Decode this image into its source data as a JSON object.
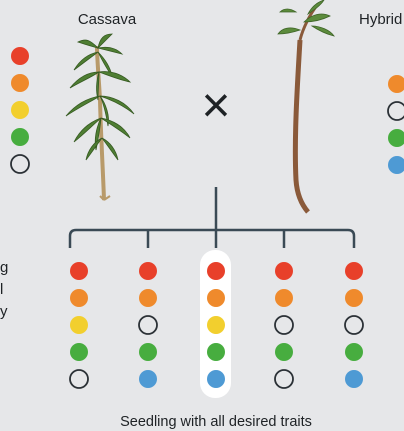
{
  "parents": {
    "left": {
      "label": "Cassava",
      "dots": [
        "red",
        "orange",
        "yellow",
        "green",
        "empty"
      ]
    },
    "right": {
      "label": "Hybrid",
      "dots": [
        "orange",
        "empty",
        "green",
        "blue"
      ]
    }
  },
  "cross_symbol": "×",
  "left_edge_text": [
    "g",
    "l",
    "y"
  ],
  "offspring": [
    [
      "red",
      "orange",
      "yellow",
      "green",
      "empty"
    ],
    [
      "red",
      "orange",
      "empty",
      "green",
      "blue"
    ],
    [
      "red",
      "orange",
      "yellow",
      "green",
      "blue"
    ],
    [
      "red",
      "orange",
      "empty",
      "green",
      "empty"
    ],
    [
      "red",
      "orange",
      "empty",
      "green",
      "blue"
    ]
  ],
  "highlighted_offspring": 2,
  "caption": "Seedling with all desired traits",
  "colors": {
    "red": "#e8402a",
    "orange": "#ef8a2c",
    "yellow": "#f2cf2e",
    "green": "#47ad3f",
    "blue": "#4e9ad4",
    "line": "#3a4a55",
    "highlight": "#ffffff"
  }
}
